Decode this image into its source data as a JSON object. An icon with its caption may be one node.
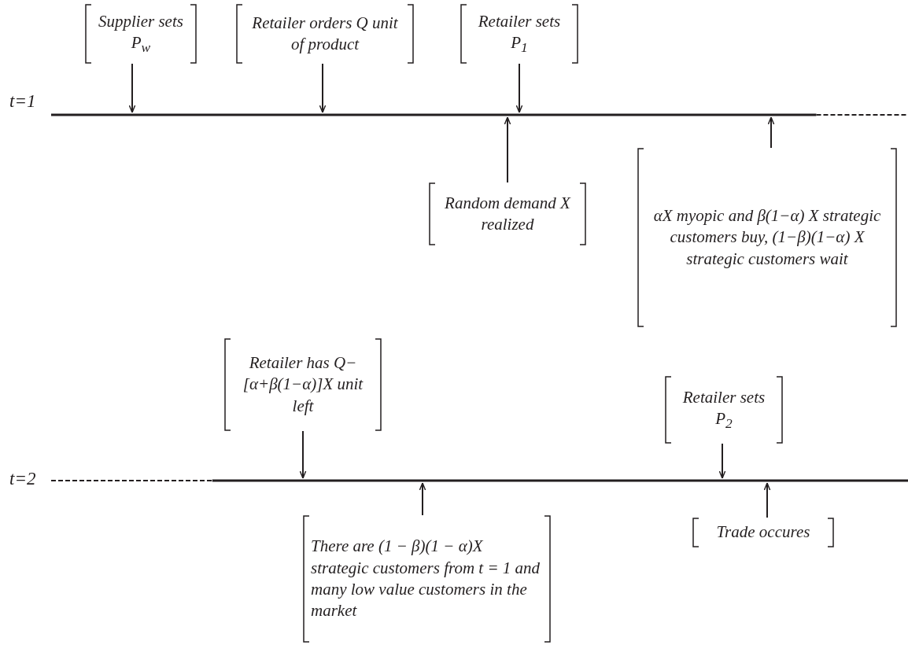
{
  "diagram": {
    "nodes": [
      {
        "text": [
          "Supplier sets P$_{w}$"
        ]
      },
      {
        "text": [
          "Retailer orders Q unit of product"
        ]
      },
      {
        "text": [
          "Retailer sets P$_{1}$"
        ]
      },
      {
        "text": [],
        "shape": "bar",
        "beside": [
          "t=1"
        ]
      },
      {
        "text": [
          "Random demand X realized"
        ]
      },
      {
        "text": [
          "αX myopic and β(1−α) X strategic customers buy, (1−β)(1−α) X strategic customers wait"
        ]
      },
      {
        "text": [
          "Retailer has Q−[α+β(1−α)]X unit left"
        ]
      },
      {
        "text": [
          "Retailer sets P$_{2}$"
        ]
      },
      {
        "text": [],
        "shape": "bar",
        "beside": [
          "t=2"
        ]
      },
      {
        "text": [
          "There are (1 − β)(1 − α)X strategic customers from t = 1 and many low value customers in the market"
        ]
      },
      {
        "text": [
          "Trade occures"
        ]
      }
    ],
    "edges": [
      {
        "from": 0,
        "to": 3,
        "arrow": "to"
      },
      {
        "from": 1,
        "to": 3,
        "arrow": "to"
      },
      {
        "from": 2,
        "to": 3,
        "arrow": "to"
      },
      {
        "from": 4,
        "to": 3,
        "arrow": "to"
      },
      {
        "from": 5,
        "to": 3,
        "arrow": "to"
      },
      {
        "from": 6,
        "to": 8,
        "arrow": "to"
      },
      {
        "from": 7,
        "to": 8,
        "arrow": "to"
      },
      {
        "from": 9,
        "to": 8,
        "arrow": "to"
      },
      {
        "from": 10,
        "to": 8,
        "arrow": "to"
      }
    ]
  }
}
